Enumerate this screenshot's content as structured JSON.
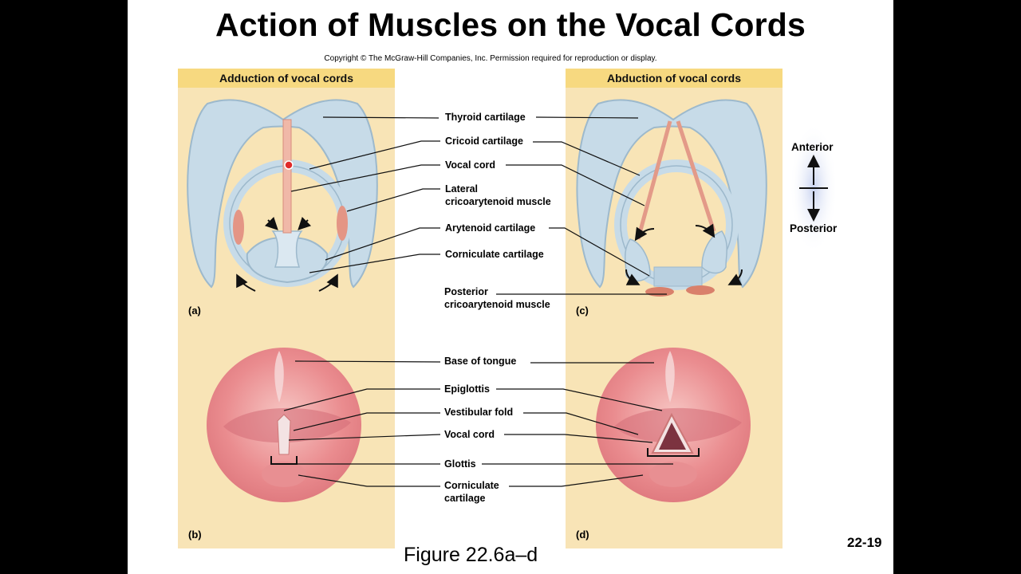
{
  "title": "Action of Muscles on the Vocal Cords",
  "copyright": "Copyright © The McGraw-Hill Companies, Inc. Permission required for reproduction or display.",
  "panels": {
    "left_heading": "Adduction of vocal cords",
    "right_heading": "Abduction of vocal cords",
    "a": "(a)",
    "b": "(b)",
    "c": "(c)",
    "d": "(d)"
  },
  "labels": {
    "thyroid": "Thyroid cartilage",
    "cricoid": "Cricoid cartilage",
    "vocal_cord_top": "Vocal cord",
    "lateral": "Lateral\ncricoarytenoid muscle",
    "arytenoid": "Arytenoid cartilage",
    "corniculate_top": "Corniculate cartilage",
    "posterior_muscle": "Posterior\ncricoarytenoid muscle",
    "base_tongue": "Base of tongue",
    "epiglottis": "Epiglottis",
    "vestibular": "Vestibular fold",
    "vocal_cord_bottom": "Vocal cord",
    "glottis": "Glottis",
    "corniculate_bottom": "Corniculate\ncartilage"
  },
  "orientation": {
    "anterior": "Anterior",
    "posterior": "Posterior"
  },
  "caption": "Figure 22.6a–d",
  "page_number": "22-19"
}
